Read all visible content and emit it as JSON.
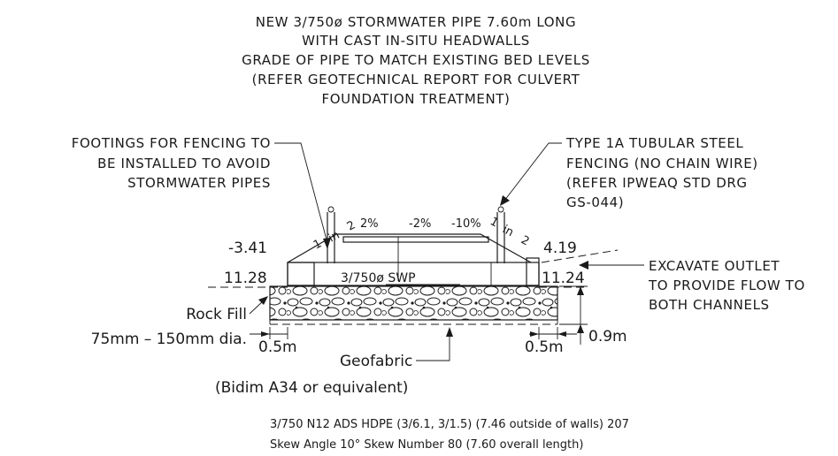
{
  "title_lines": [
    "NEW 3/750ø STORMWATER PIPE 7.60m LONG",
    "WITH CAST IN-SITU HEADWALLS",
    "GRADE OF PIPE TO MATCH EXISTING BED LEVELS",
    "(REFER GEOTECHNICAL REPORT FOR CULVERT",
    "FOUNDATION TREATMENT)"
  ],
  "left_note": [
    "FOOTINGS FOR FENCING TO",
    "BE INSTALLED TO AVOID",
    "STORMWATER PIPES"
  ],
  "right_note": [
    "TYPE 1A TUBULAR STEEL",
    "FENCING (NO CHAIN WIRE)",
    "(REFER IPWEAQ STD DRG",
    "GS-044)"
  ],
  "outlet_note": [
    "EXCAVATE OUTLET",
    "TO PROVIDE FLOW TO",
    "BOTH CHANNELS"
  ],
  "slopes": {
    "left_ratio_a": "1",
    "left_ratio_in": "in",
    "left_ratio_b": "2",
    "deck_left": "2%",
    "deck_right": "-2%",
    "deck_far": "-10%",
    "right_ratio_a": "1",
    "right_ratio_in": "in",
    "right_ratio_b": "2"
  },
  "levels": {
    "left_top": "-3.41",
    "right_top": "4.19",
    "left_invert": "11.28",
    "right_invert": "11.24"
  },
  "pipe_label": "3/750ø SWP",
  "rock_fill": [
    "Rock Fill",
    "75mm – 150mm dia."
  ],
  "dimensions": {
    "left_width": "0.5m",
    "right_width": "0.5m",
    "depth": "0.9m"
  },
  "geofabric": [
    "Geofabric",
    "(Bidim A34 or equivalent)"
  ],
  "footer_lines": [
    "3/750 N12 ADS HDPE (3/6.1, 3/1.5) (7.46 outside of walls) 207",
    "Skew Angle 10° Skew Number 80 (7.60 overall length)"
  ]
}
